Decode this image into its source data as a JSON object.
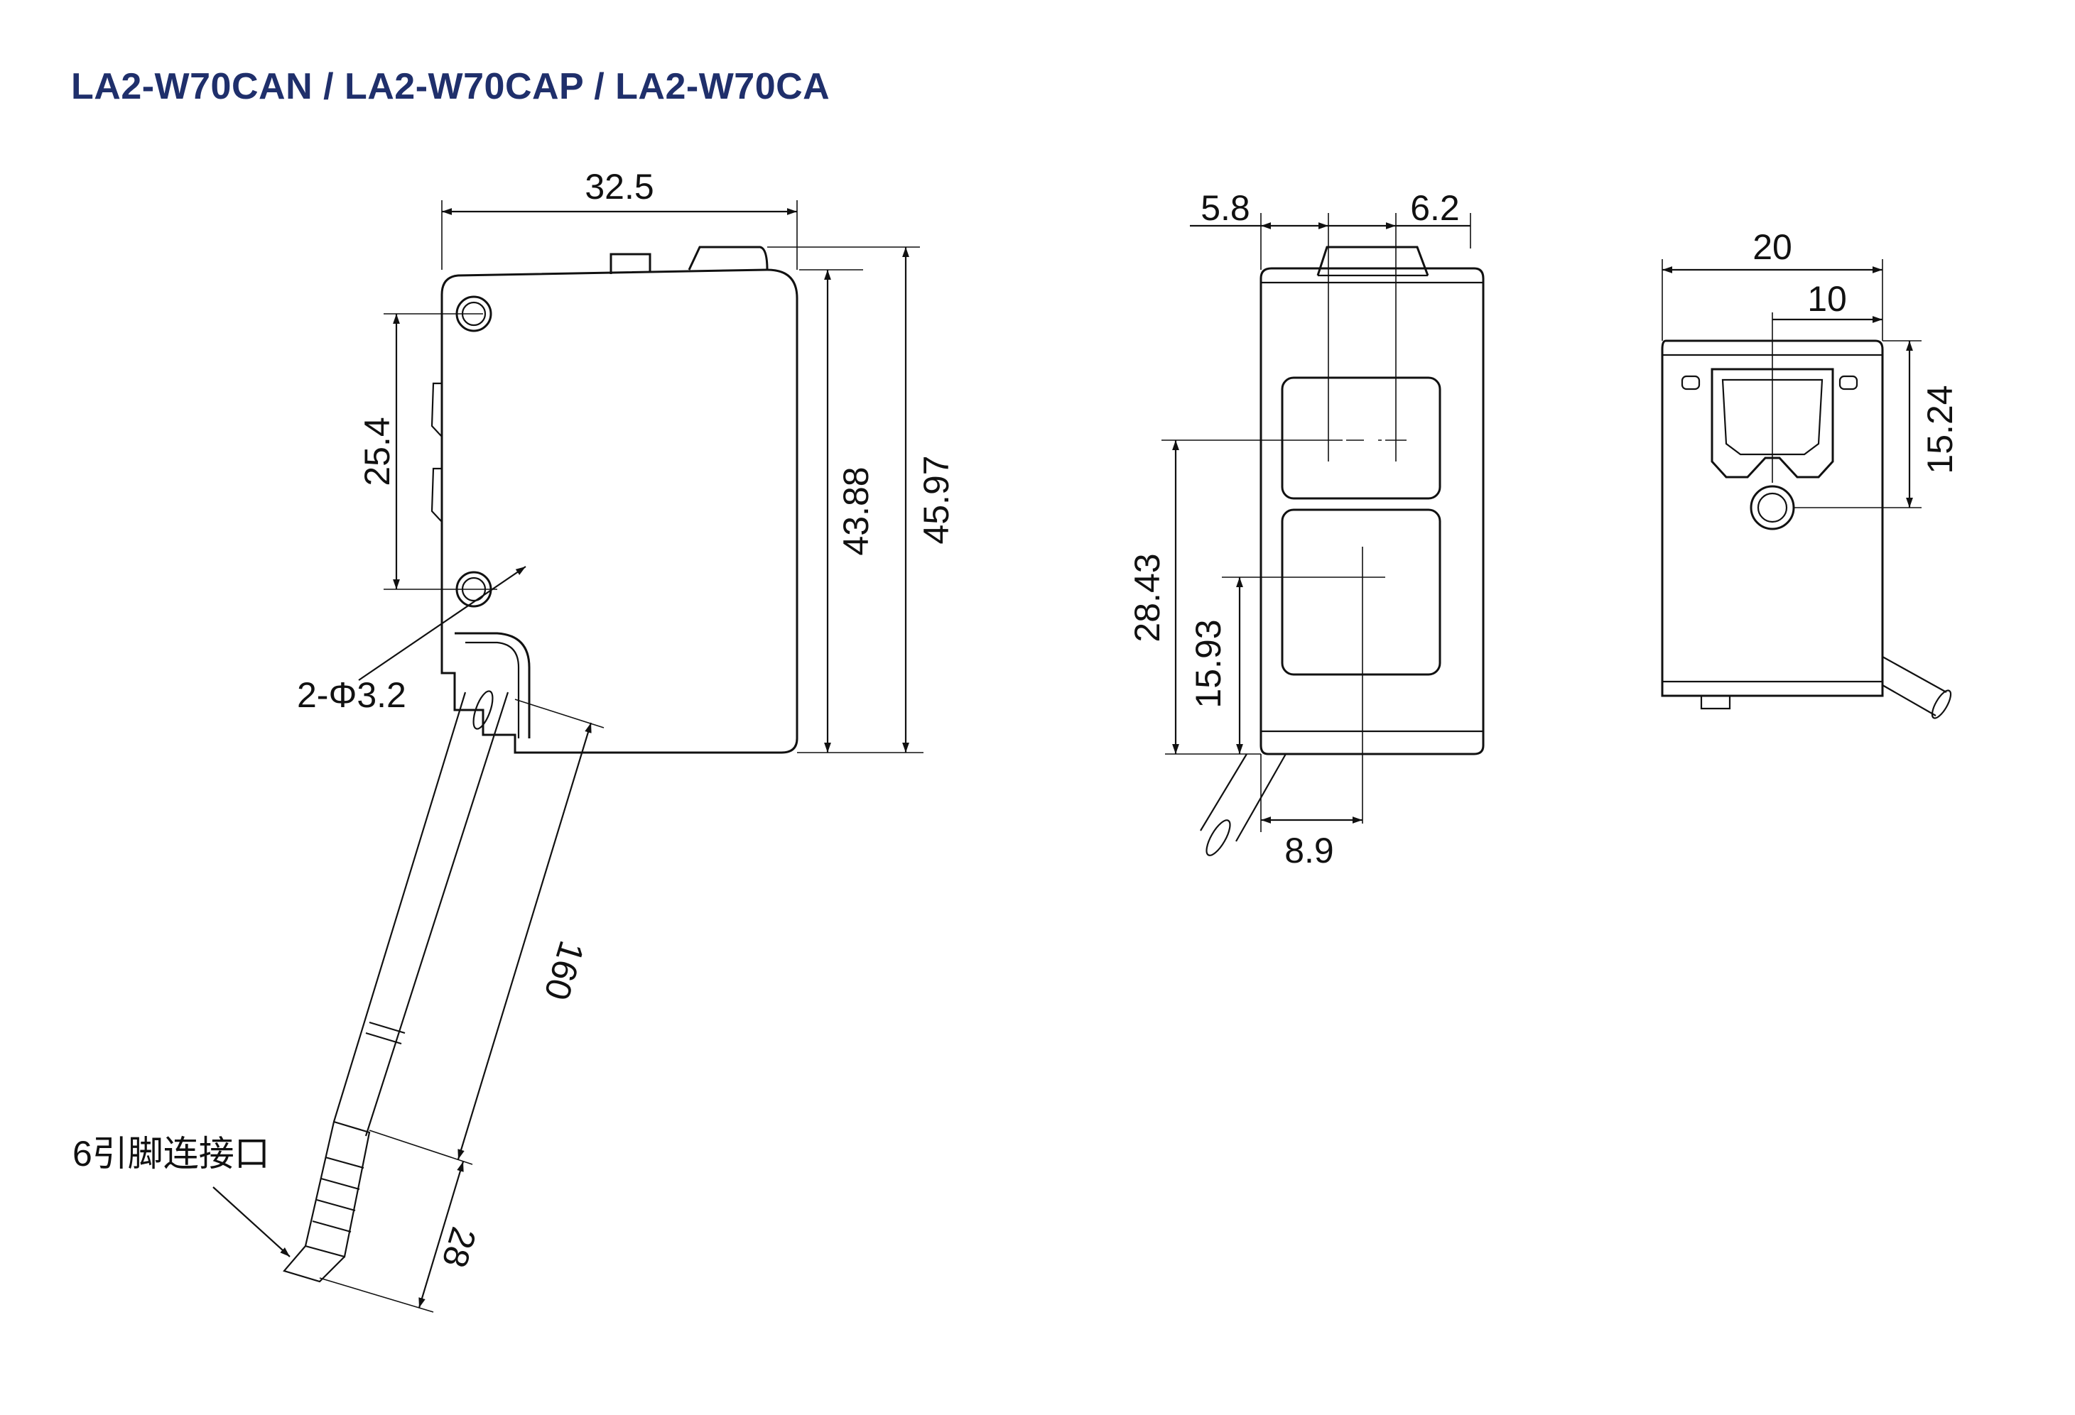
{
  "title": "LA2-W70CAN / LA2-W70CAP / LA2-W70CA",
  "side_view": {
    "width": "32.5",
    "hole_pitch": "25.4",
    "height_body": "43.88",
    "height_total": "45.97",
    "holes": "2-Φ3.2",
    "cable_length": "160",
    "connector_length": "28",
    "connector_label": "6引脚连接口"
  },
  "front_view": {
    "left_offset": "5.8",
    "right_offset": "6.2",
    "upper_center": "28.43",
    "lower_center": "15.93",
    "bottom_offset": "8.9"
  },
  "back_view": {
    "width": "20",
    "half_width": "10",
    "hole_height": "15.24"
  },
  "colors": {
    "title": "#1f2f6b",
    "line": "#111111"
  }
}
